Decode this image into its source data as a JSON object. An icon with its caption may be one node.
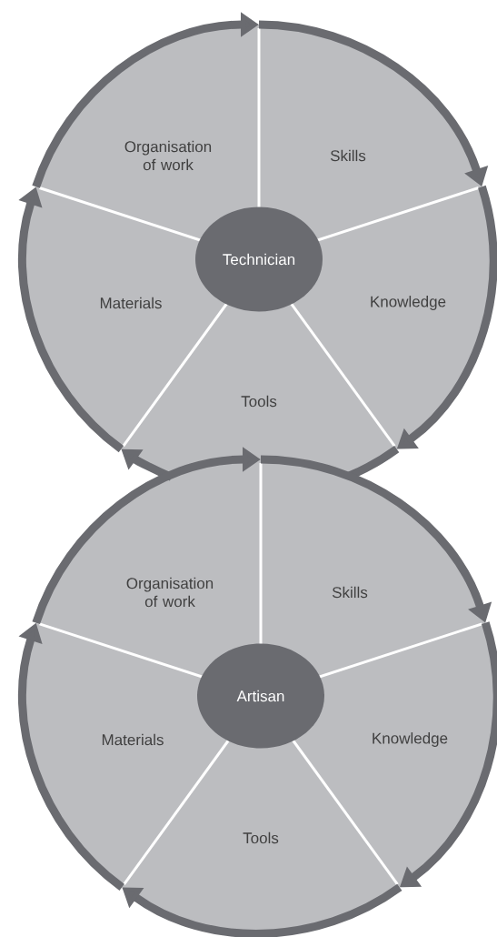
{
  "diagram": {
    "nodes": [
      {
        "text": [
          "Organisation of work"
        ]
      },
      {
        "text": [
          "Skills"
        ]
      },
      {
        "text": [
          "Technician"
        ]
      },
      {
        "text": [
          "Materials"
        ]
      },
      {
        "text": [
          "Knowledge"
        ]
      },
      {
        "text": [
          "Tools"
        ]
      },
      {
        "text": [
          "Organisation of work"
        ]
      },
      {
        "text": [
          "Skills"
        ]
      },
      {
        "text": [
          "Artisan"
        ]
      },
      {
        "text": [
          "Materials"
        ]
      },
      {
        "text": [
          "Knowledge"
        ]
      },
      {
        "text": [
          "Tools"
        ]
      }
    ],
    "edges": [
      {
        "from": 0,
        "to": 1,
        "arrow": "to"
      },
      {
        "from": 1,
        "to": 4,
        "arrow": "to"
      },
      {
        "from": 4,
        "to": 5,
        "arrow": "to"
      },
      {
        "from": 5,
        "to": 3,
        "arrow": "to"
      },
      {
        "from": 3,
        "to": 0,
        "arrow": "to"
      },
      {
        "from": 6,
        "to": 7,
        "arrow": "to"
      },
      {
        "from": 7,
        "to": 10,
        "arrow": "to"
      },
      {
        "from": 10,
        "to": 11,
        "arrow": "to"
      },
      {
        "from": 11,
        "to": 9,
        "arrow": "to"
      },
      {
        "from": 9,
        "to": 6,
        "arrow": "to"
      }
    ]
  }
}
